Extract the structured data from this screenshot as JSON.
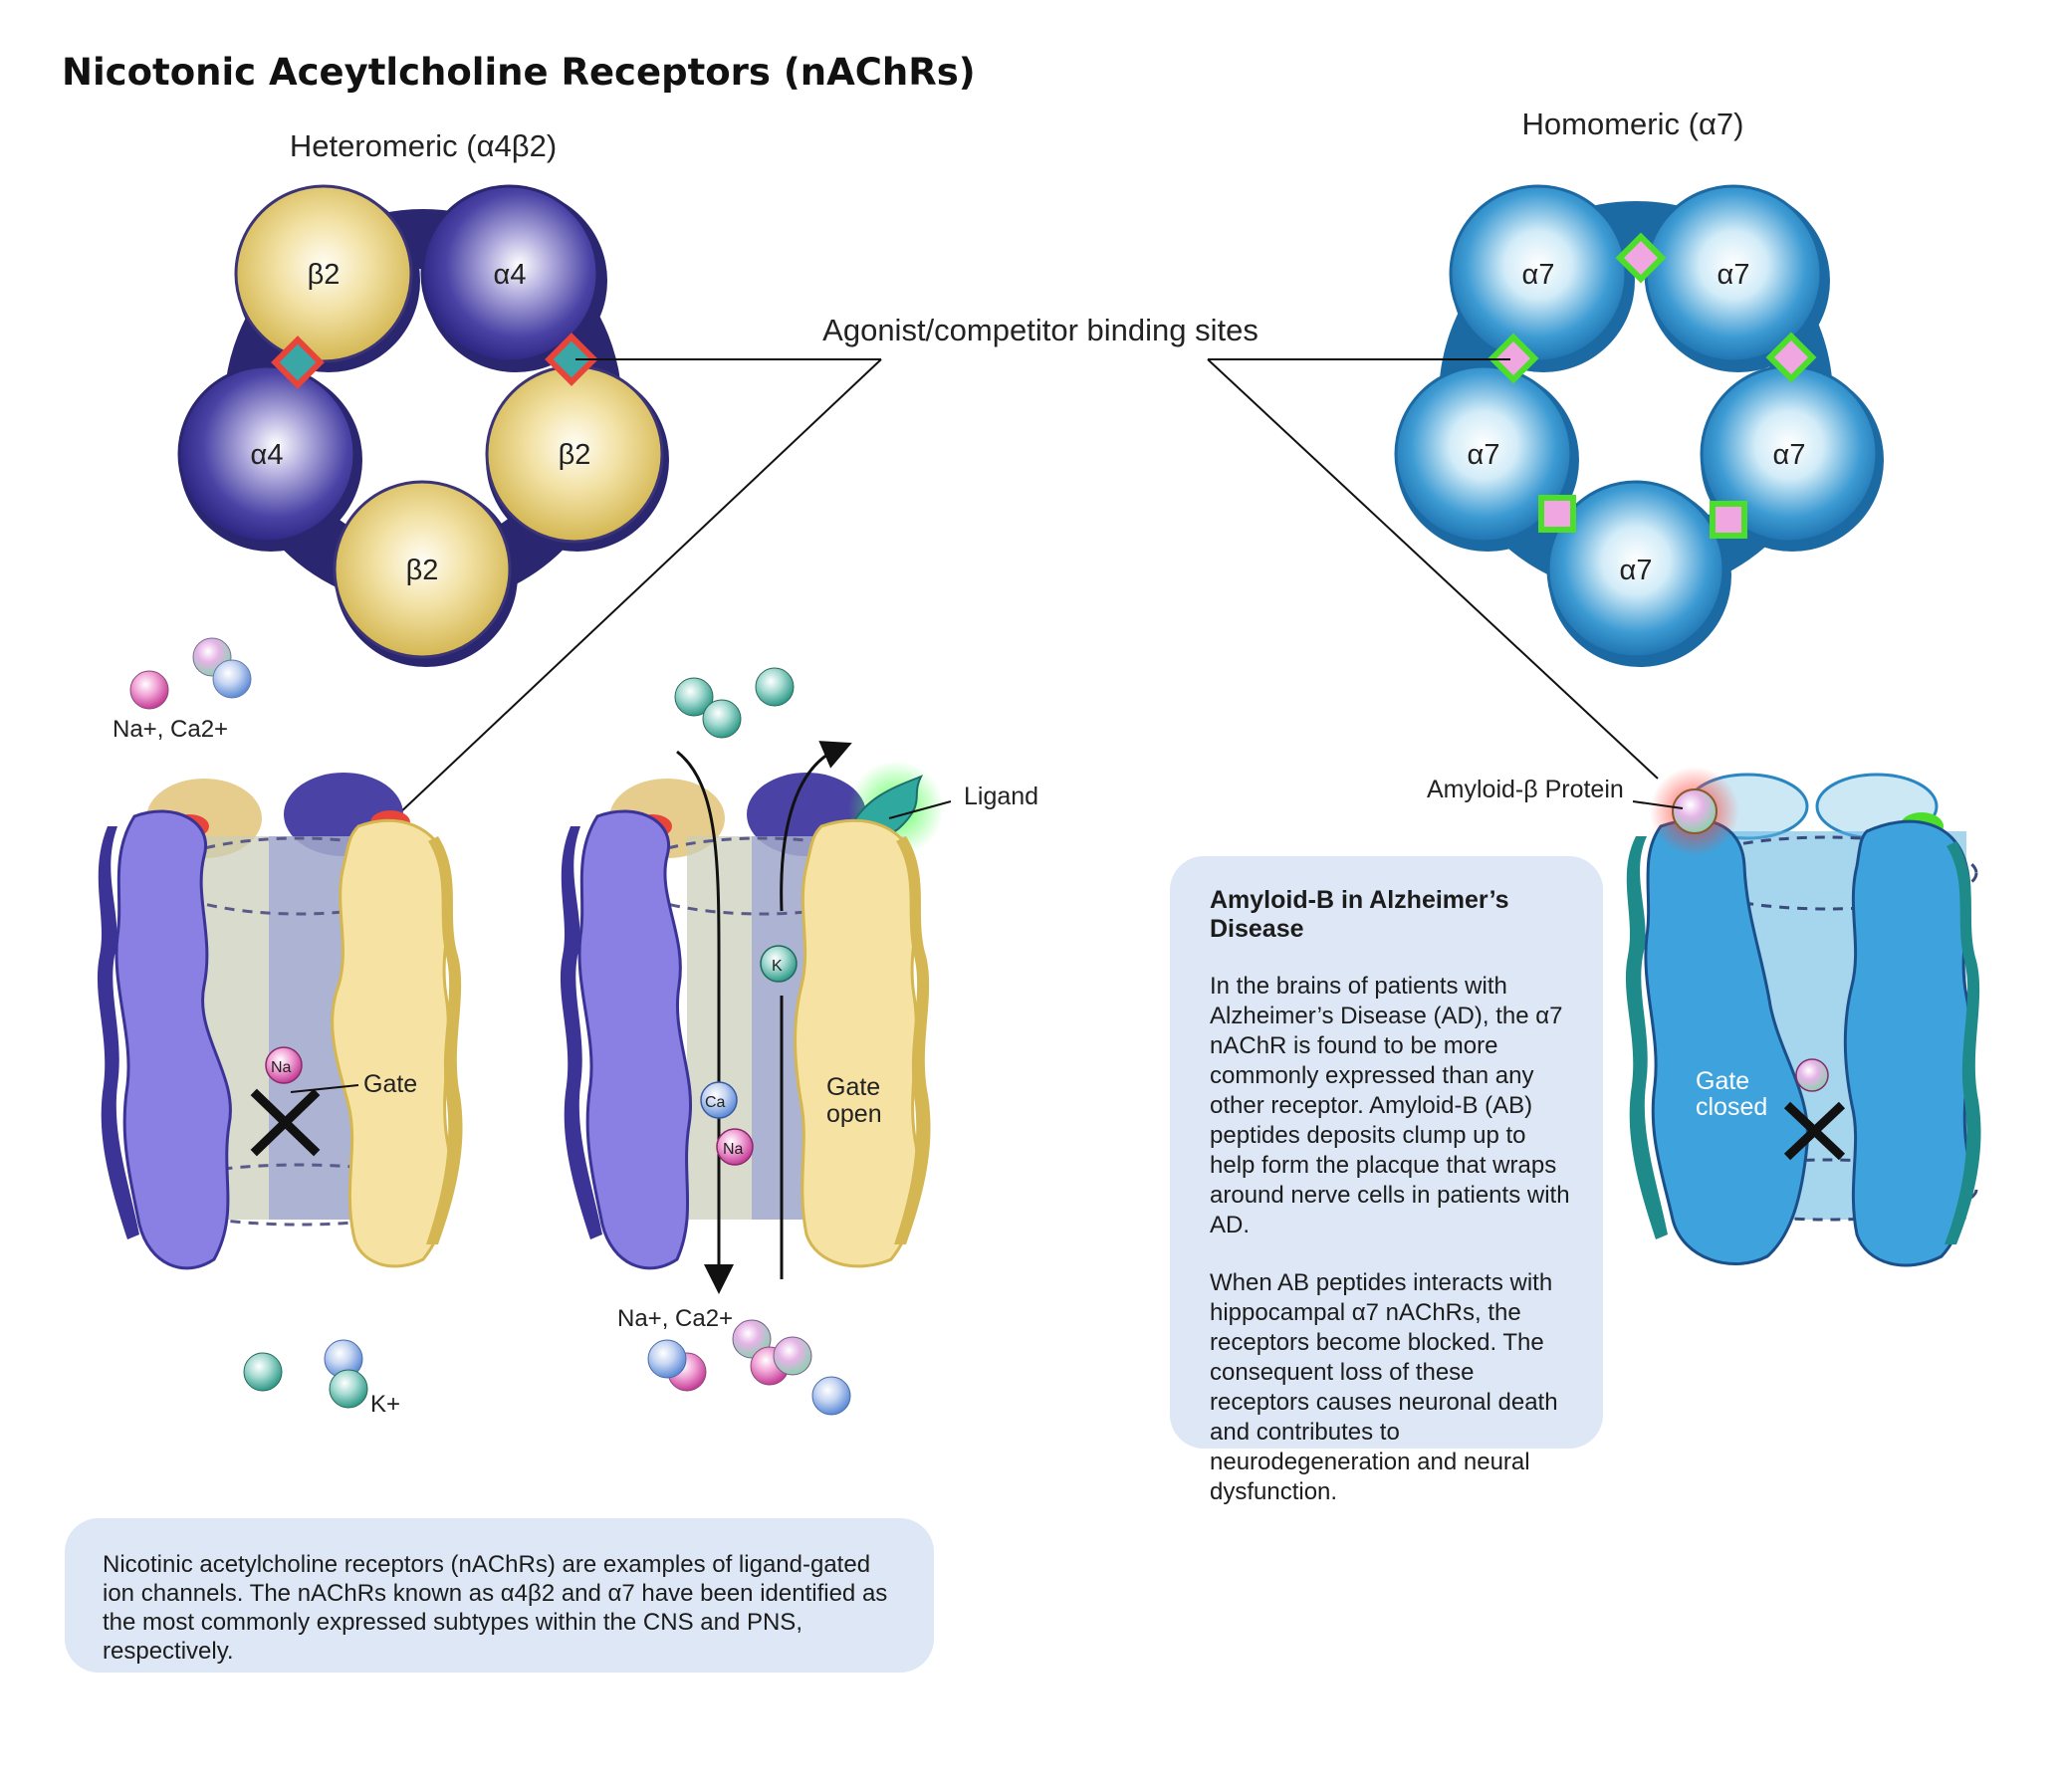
{
  "title": "Nicotonic Aceytlcholine Receptors (nAChRs)",
  "heteromeric": {
    "label": "Heteromeric (α4β2)",
    "subunits": [
      "β2",
      "α4",
      "α4",
      "β2",
      "β2"
    ]
  },
  "homomeric": {
    "label": "Homomeric (α7)",
    "subunits": [
      "α7",
      "α7",
      "α7",
      "α7",
      "α7"
    ]
  },
  "binding_sites_label": "Agonist/competitor binding sites",
  "ions": {
    "na_ca_top": "Na+, Ca2+",
    "na_ca_bottom": "Na+, Ca2+",
    "k_bottom": "K+",
    "na_small": "Na",
    "ca_small": "Ca",
    "k_small": "K"
  },
  "channel_labels": {
    "gate": "Gate",
    "gate_open": [
      "Gate",
      "open"
    ],
    "gate_closed": [
      "Gate",
      "closed"
    ],
    "ligand": "Ligand",
    "amyloid": "Amyloid-β  Protein"
  },
  "ad_box": {
    "heading": "Amyloid-B in Alzheimer’s Disease",
    "para1": "In the brains of patients with Alzheimer’s Disease (AD), the α7 nAChR is found to be more commonly expressed than any other receptor. Amyloid-B (AB) peptides deposits clump up to help form the placque that wraps around nerve cells in patients with AD.",
    "para2": "When AB peptides interacts with hippocampal α7 nAChRs, the receptors become blocked. The consequent loss of these receptors causes neuronal death and contributes to neurodegeneration and neural dysfunction."
  },
  "info_box": {
    "text": "Nicotinic acetylcholine receptors (nAChRs) are examples of ligand-gated ion channels. The nAChRs known as α4β2 and α7 have been identified as the most commonly expressed subtypes within the CNS and PNS, respectively."
  },
  "colors": {
    "alpha4": "#3b3496",
    "beta2": "#d8bc5a",
    "alpha7": "#2a86c2",
    "binding_site_red": "#e8443a",
    "binding_site_green": "#4cde2a",
    "box_bg": "#dde7f5"
  }
}
